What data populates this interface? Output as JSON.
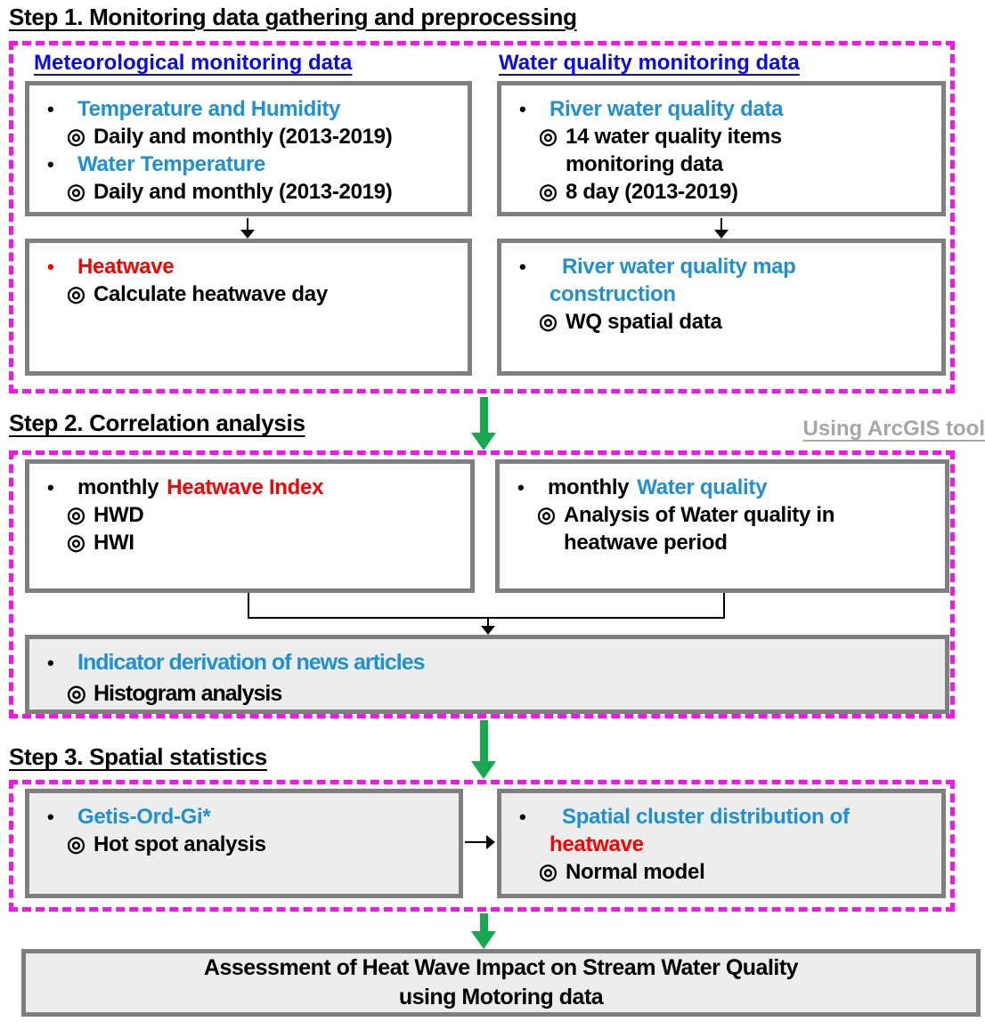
{
  "markers": {
    "bullet": "•",
    "sub": "◎"
  },
  "colors": {
    "header_blue": "#0a0af0",
    "item_blue": "#1e90d6",
    "highlight_red": "#fe0000",
    "dashed_magenta": "#f911ef",
    "arrow_green": "#16a94f",
    "box_border_gray": "#7f7f7f",
    "box_fill_gray": "#ededed",
    "note_gray": "#a6a6a6"
  },
  "step1": {
    "title": "Step 1. Monitoring data gathering and preprocessing",
    "meteo": {
      "header": "Meteorological monitoring data",
      "item1": "Temperature and Humidity",
      "item1_sub": "Daily and monthly (2013-2019)",
      "item2": "Water Temperature",
      "item2_sub": "Daily and monthly (2013-2019)"
    },
    "wq": {
      "header": "Water quality monitoring data",
      "item1": "River water quality data",
      "item1_sub1": "14 water quality items monitoring data",
      "item1_sub2": "8 day (2013-2019)"
    },
    "heatwave": {
      "item1": "Heatwave",
      "item1_sub": "Calculate heatwave day"
    },
    "wq_map": {
      "item1": "River water quality map construction",
      "item1_sub": "WQ spatial data"
    }
  },
  "step2": {
    "title": "Step 2. Correlation analysis",
    "note": "Using ArcGIS tool",
    "hwi": {
      "item1_prefix": "monthly",
      "item1_highlight": "Heatwave Index",
      "sub1": "HWD",
      "sub2": "HWI"
    },
    "wq": {
      "item1_prefix": "monthly",
      "item1_highlight": "Water quality",
      "sub1": "Analysis of Water quality in heatwave period"
    },
    "indicator": {
      "item1": "Indicator derivation of news articles",
      "sub1": "Histogram analysis"
    }
  },
  "step3": {
    "title": "Step 3. Spatial statistics",
    "getis": {
      "item1": "Getis-Ord-Gi*",
      "sub1": "Hot spot analysis"
    },
    "cluster": {
      "item1_blue": "Spatial cluster distribution of",
      "item1_red": "heatwave",
      "sub1": "Normal model"
    }
  },
  "final": {
    "line1": "Assessment of Heat Wave Impact on Stream Water Quality",
    "line2": "using Motoring data"
  }
}
